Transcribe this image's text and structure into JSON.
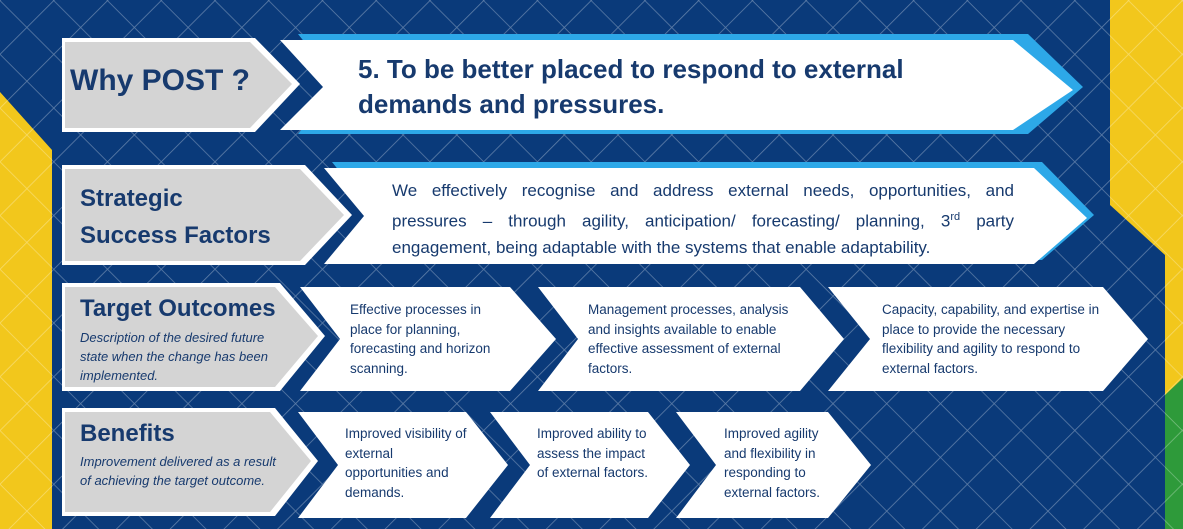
{
  "header": {
    "label": "Why POST ?",
    "statement": "5. To be better placed to respond to external demands and pressures."
  },
  "strategic_success_factors": {
    "label_line1": "Strategic",
    "label_line2": "Success Factors",
    "text_before_sup": "We effectively recognise and address external needs, opportunities, and pressures – through agility, anticipation/ forecasting/ planning, 3",
    "sup": "rd",
    "text_after_sup": " party engagement, being adaptable with the systems that enable adaptability."
  },
  "target_outcomes": {
    "label": "Target Outcomes",
    "description": "Description of the desired future state when the change has been implemented.",
    "items": [
      "Effective processes in place for planning, forecasting and horizon scanning.",
      "Management processes, analysis and insights available to enable effective assessment of external factors.",
      "Capacity, capability, and expertise in place to provide the necessary flexibility and agility to respond to external factors."
    ]
  },
  "benefits": {
    "label": "Benefits",
    "description": "Improvement delivered as a result of achieving the target outcome.",
    "items": [
      "Improved visibility of external opportunities and demands.",
      "Improved ability to assess the impact of external factors.",
      "Improved agility and flexibility in responding to external factors."
    ]
  },
  "colors": {
    "navy": "#0a3a7a",
    "yellow": "#f2c71c",
    "light_blue": "#2da8e8",
    "grey": "#d4d4d4",
    "text": "#173a6e",
    "green": "#2e9a3a"
  }
}
